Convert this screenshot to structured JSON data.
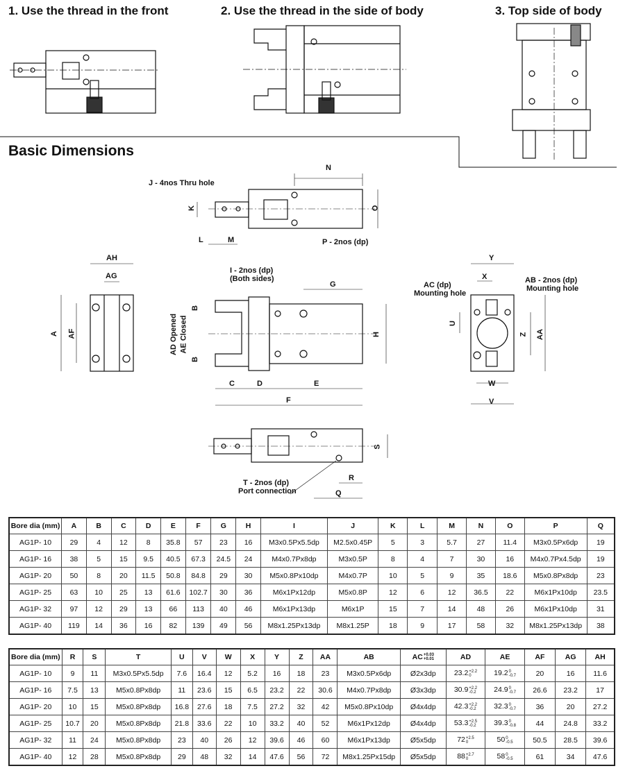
{
  "headings": {
    "h1": "1. Use the thread in the front",
    "h2": "2. Use the thread in the side of body",
    "h3": "3. Top side of body",
    "basic": "Basic Dimensions"
  },
  "labels": {
    "N": "N",
    "K": "K",
    "O": "O",
    "L": "L",
    "M": "M",
    "J": "J - 4nos Thru hole",
    "P": "P - 2nos (dp)",
    "AH": "AH",
    "AG": "AG",
    "A": "A",
    "AF": "AF",
    "I1": "I - 2nos (dp)",
    "I2": "(Both sides)",
    "G": "G",
    "B1": "B",
    "B2": "B",
    "H": "H",
    "AD": "AD Opened",
    "AE": "AE Closed",
    "C": "C",
    "D": "D",
    "E": "E",
    "F": "F",
    "Y": "Y",
    "X": "X",
    "ACa": "AC (dp)",
    "ACb": "Mounting hole",
    "ABa": "AB - 2nos (dp)",
    "ABb": "Mounting hole",
    "U": "U",
    "Z": "Z",
    "AA": "AA",
    "W": "W",
    "V": "V",
    "S": "S",
    "R": "R",
    "Q": "Q",
    "T1": "T - 2nos (dp)",
    "T2": "Port connection"
  },
  "table1": {
    "headers": [
      "Bore dia (mm)",
      "A",
      "B",
      "C",
      "D",
      "E",
      "F",
      "G",
      "H",
      "I",
      "J",
      "K",
      "L",
      "M",
      "N",
      "O",
      "P",
      "Q"
    ],
    "rows": [
      [
        "AG1P- 10",
        "29",
        "4",
        "12",
        "8",
        "35.8",
        "57",
        "23",
        "16",
        "M3x0.5Px5.5dp",
        "M2.5x0.45P",
        "5",
        "3",
        "5.7",
        "27",
        "11.4",
        "M3x0.5Px6dp",
        "19"
      ],
      [
        "AG1P- 16",
        "38",
        "5",
        "15",
        "9.5",
        "40.5",
        "67.3",
        "24.5",
        "24",
        "M4x0.7Px8dp",
        "M3x0.5P",
        "8",
        "4",
        "7",
        "30",
        "16",
        "M4x0.7Px4.5dp",
        "19"
      ],
      [
        "AG1P- 20",
        "50",
        "8",
        "20",
        "11.5",
        "50.8",
        "84.8",
        "29",
        "30",
        "M5x0.8Px10dp",
        "M4x0.7P",
        "10",
        "5",
        "9",
        "35",
        "18.6",
        "M5x0.8Px8dp",
        "23"
      ],
      [
        "AG1P- 25",
        "63",
        "10",
        "25",
        "13",
        "61.6",
        "102.7",
        "30",
        "36",
        "M6x1Px12dp",
        "M5x0.8P",
        "12",
        "6",
        "12",
        "36.5",
        "22",
        "M6x1Px10dp",
        "23.5"
      ],
      [
        "AG1P- 32",
        "97",
        "12",
        "29",
        "13",
        "66",
        "113",
        "40",
        "46",
        "M6x1Px13dp",
        "M6x1P",
        "15",
        "7",
        "14",
        "48",
        "26",
        "M6x1Px10dp",
        "31"
      ],
      [
        "AG1P- 40",
        "119",
        "14",
        "36",
        "16",
        "82",
        "139",
        "49",
        "56",
        "M8x1.25Px13dp",
        "M8x1.25P",
        "18",
        "9",
        "17",
        "58",
        "32",
        "M8x1.25Px13dp",
        "38"
      ]
    ]
  },
  "table2": {
    "headers": [
      "Bore dia (mm)",
      "R",
      "S",
      "T",
      "U",
      "V",
      "W",
      "X",
      "Y",
      "Z",
      "AA",
      "AB",
      "AC",
      "AD",
      "AE",
      "AF",
      "AG",
      "AH"
    ],
    "ac_tol_upper": "+0.03",
    "ac_tol_lower": "+0.01",
    "rows": [
      [
        "AG1P- 10",
        "9",
        "11",
        "M3x0.5Px5.5dp",
        "7.6",
        "16.4",
        "12",
        "5.2",
        "16",
        "18",
        "23",
        "M3x0.5Px6dp",
        "Ø2x3dp",
        "23.2",
        "+2.2",
        "0",
        "19.2",
        "0",
        "-0.7",
        "20",
        "16",
        "11.6"
      ],
      [
        "AG1P- 16",
        "7.5",
        "13",
        "M5x0.8Px8dp",
        "11",
        "23.6",
        "15",
        "6.5",
        "23.2",
        "22",
        "30.6",
        "M4x0.7Px8dp",
        "Ø3x3dp",
        "30.9",
        "+2.2",
        "-0.2",
        "24.9",
        "0",
        "-0.7",
        "26.6",
        "23.2",
        "17"
      ],
      [
        "AG1P- 20",
        "10",
        "15",
        "M5x0.8Px8dp",
        "16.8",
        "27.6",
        "18",
        "7.5",
        "27.2",
        "32",
        "42",
        "M5x0.8Px10dp",
        "Ø4x4dp",
        "42.3",
        "+2.2",
        "-0.2",
        "32.3",
        "0",
        "-0.7",
        "36",
        "20",
        "27.2"
      ],
      [
        "AG1P- 25",
        "10.7",
        "20",
        "M5x0.8Px8dp",
        "21.8",
        "33.6",
        "22",
        "10",
        "33.2",
        "40",
        "52",
        "M6x1Px12dp",
        "Ø4x4dp",
        "53.3",
        "+2.5",
        "-0.2",
        "39.3",
        "0",
        "-0.8",
        "44",
        "24.8",
        "33.2"
      ],
      [
        "AG1P- 32",
        "11",
        "24",
        "M5x0.8Px8dp",
        "23",
        "40",
        "26",
        "12",
        "39.6",
        "46",
        "60",
        "M6x1Px13dp",
        "Ø5x5dp",
        "72",
        "+2.5",
        "0",
        "50",
        "0",
        "-0.5",
        "50.5",
        "28.5",
        "39.6"
      ],
      [
        "AG1P- 40",
        "12",
        "28",
        "M5x0.8Px8dp",
        "29",
        "48",
        "32",
        "14",
        "47.6",
        "56",
        "72",
        "M8x1.25Px15dp",
        "Ø5x5dp",
        "88",
        "+2.7",
        "0",
        "58",
        "0",
        "-0.5",
        "61",
        "34",
        "47.6"
      ]
    ]
  }
}
